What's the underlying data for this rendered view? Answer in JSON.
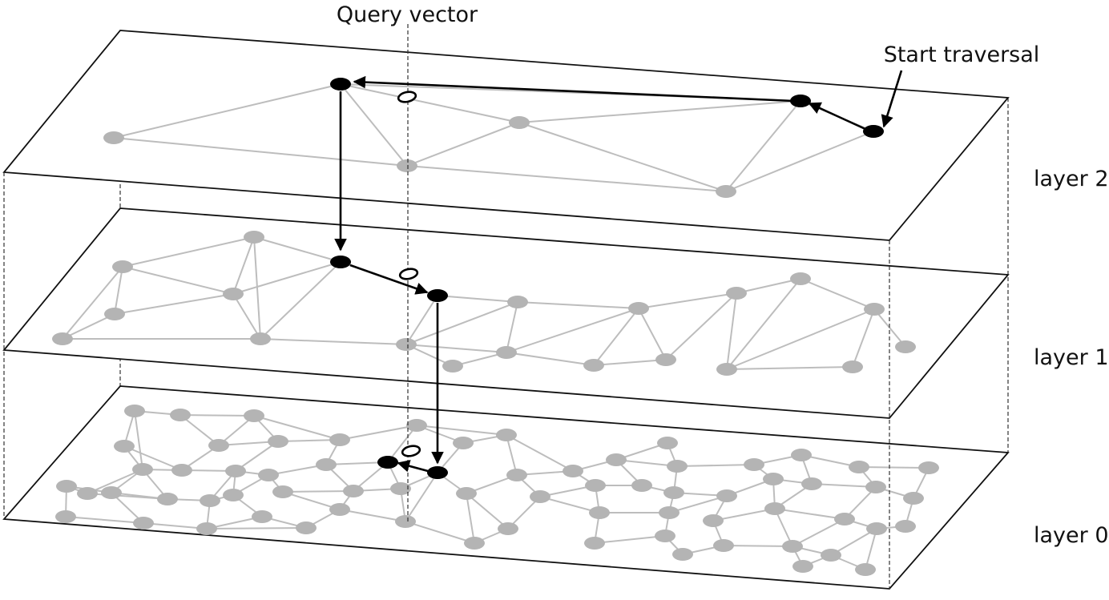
{
  "labels": {
    "query": "Query vector",
    "start": "Start traversal",
    "layer2": "layer 2",
    "layer1": "layer 1",
    "layer0": "layer 0"
  },
  "colors": {
    "edge": "#bdbdbd",
    "node": "#b4b4b4",
    "highlight": "#000000",
    "plane_outline": "#111111"
  }
}
